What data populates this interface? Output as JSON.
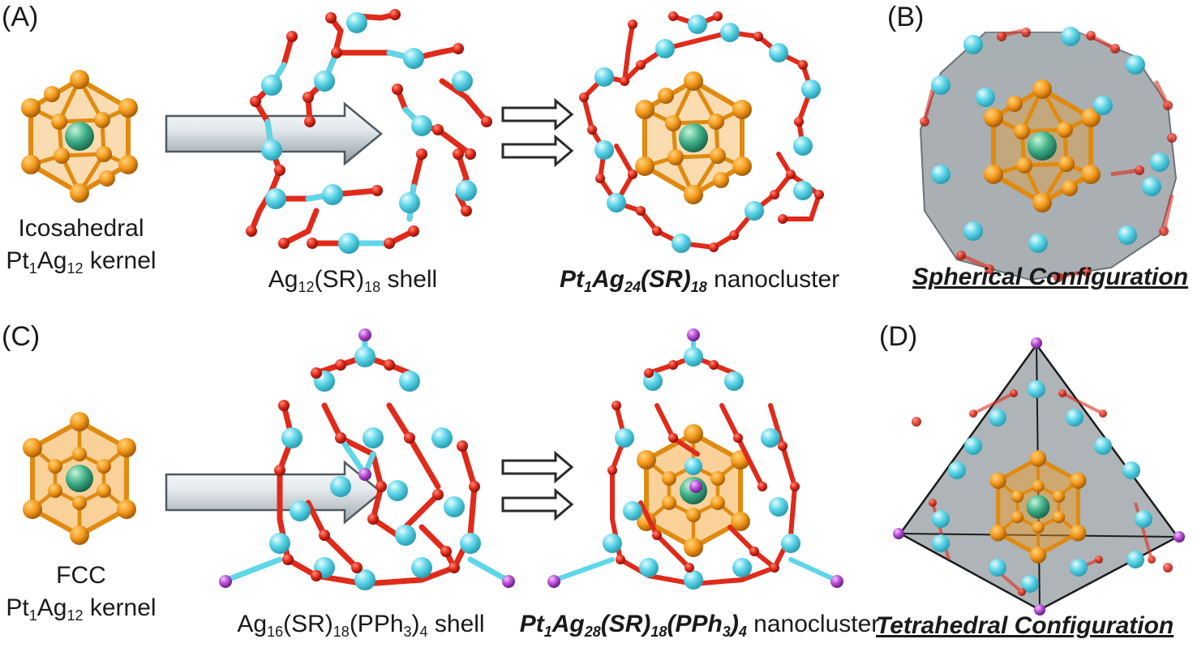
{
  "panels": {
    "a": "(A)",
    "b": "(B)",
    "c": "(C)",
    "d": "(D)"
  },
  "row_a": {
    "kernel_line1": "Icosahedral",
    "kernel_prefix": "Pt",
    "kernel_sub1": "1",
    "kernel_mid": "Ag",
    "kernel_sub2": "12",
    "kernel_suffix": " kernel",
    "shell_ag": "Ag",
    "shell_sub1": "12",
    "shell_sr": "(SR)",
    "shell_sub2": "18",
    "shell_suffix": " shell",
    "nc_pt": "Pt",
    "nc_sub1": "1",
    "nc_ag": "Ag",
    "nc_sub2": "24",
    "nc_sr": "(SR)",
    "nc_sub3": "18",
    "nc_suffix": " nanocluster",
    "config": "Spherical Configuration"
  },
  "row_c": {
    "kernel_line1": "FCC",
    "kernel_prefix": "Pt",
    "kernel_sub1": "1",
    "kernel_mid": "Ag",
    "kernel_sub2": "12",
    "kernel_suffix": " kernel",
    "shell_ag": "Ag",
    "shell_sub1": "16",
    "shell_sr": "(SR)",
    "shell_sub2": "18",
    "shell_pph": "(PPh",
    "shell_sub3": "3",
    "shell_close": ")",
    "shell_sub4": "4",
    "shell_suffix": " shell",
    "nc_pt": "Pt",
    "nc_sub1": "1",
    "nc_ag": "Ag",
    "nc_sub2": "28",
    "nc_sr": "(SR)",
    "nc_sub3": "18",
    "nc_pph": "(PPh",
    "nc_sub4": "3",
    "nc_close": ")",
    "nc_sub5": "4",
    "nc_suffix": " nanocluster",
    "config": "Tetrahedral Configuration"
  },
  "colors": {
    "gold": "#f39a1c",
    "gold_dark": "#b8690a",
    "pt_green": "#3fae86",
    "ag_cyan": "#5fd6e8",
    "s_red": "#e02a1a",
    "p_purple": "#b44bd1",
    "polyhedron_gray": "#8c9499"
  }
}
